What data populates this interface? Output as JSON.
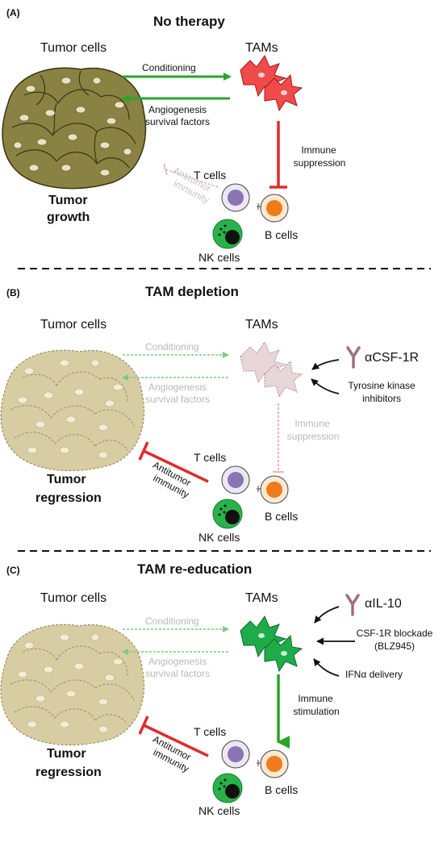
{
  "panels": [
    {
      "letter": "(A)",
      "title": "No therapy",
      "tumor_label": "Tumor cells",
      "tams_label": "TAMs",
      "conditioning": "Conditioning",
      "angiogenesis_1": "Angiogenesis",
      "angiogenesis_2": "survival factors",
      "immune_1": "Immune",
      "immune_2": "suppression",
      "antitumor_1": "Antitumor",
      "antitumor_2": "immunity",
      "tcells": "T cells",
      "bcells": "B cells",
      "nkcells": "NK cells",
      "outcome_1": "Tumor",
      "outcome_2": "growth"
    },
    {
      "letter": "(B)",
      "title": "TAM depletion",
      "tumor_label": "Tumor cells",
      "tams_label": "TAMs",
      "conditioning": "Conditioning",
      "angiogenesis_1": "Angiogenesis",
      "angiogenesis_2": "survival factors",
      "immune_1": "Immune",
      "immune_2": "suppression",
      "antitumor_1": "Antitumor",
      "antitumor_2": "immunity",
      "tcells": "T cells",
      "bcells": "B cells",
      "nkcells": "NK cells",
      "outcome_1": "Tumor",
      "outcome_2": "regression",
      "antibody": "αCSF-1R",
      "tki_1": "Tyrosine kinase",
      "tki_2": "inhibitors"
    },
    {
      "letter": "(C)",
      "title": "TAM re-education",
      "tumor_label": "Tumor cells",
      "tams_label": "TAMs",
      "conditioning": "Conditioning",
      "angiogenesis_1": "Angiogenesis",
      "angiogenesis_2": "survival factors",
      "immune_1": "Immune",
      "immune_2": "stimulation",
      "antitumor_1": "Antitumor",
      "antitumor_2": "immunity",
      "tcells": "T cells",
      "bcells": "B cells",
      "nkcells": "NK cells",
      "outcome_1": "Tumor",
      "outcome_2": "regression",
      "antibody": "αIL-10",
      "blockade_1": "CSF-1R blockade",
      "blockade_2": "(BLZ945)",
      "ifn": "IFNα delivery"
    }
  ],
  "colors": {
    "tumor_dark": "#8a8242",
    "tumor_light": "#d8cda2",
    "tam_red": "#f04a4a",
    "tam_faded": "#e8d6d8",
    "tam_green": "#1fab4a",
    "arrow_green": "#2aa52a",
    "inhibit_red": "#e02b2b",
    "tcell_purple": "#8b74b4",
    "bcell_orange": "#f07b1a",
    "nk_green": "#28b34a",
    "antibody_mauve": "#a0707a"
  }
}
